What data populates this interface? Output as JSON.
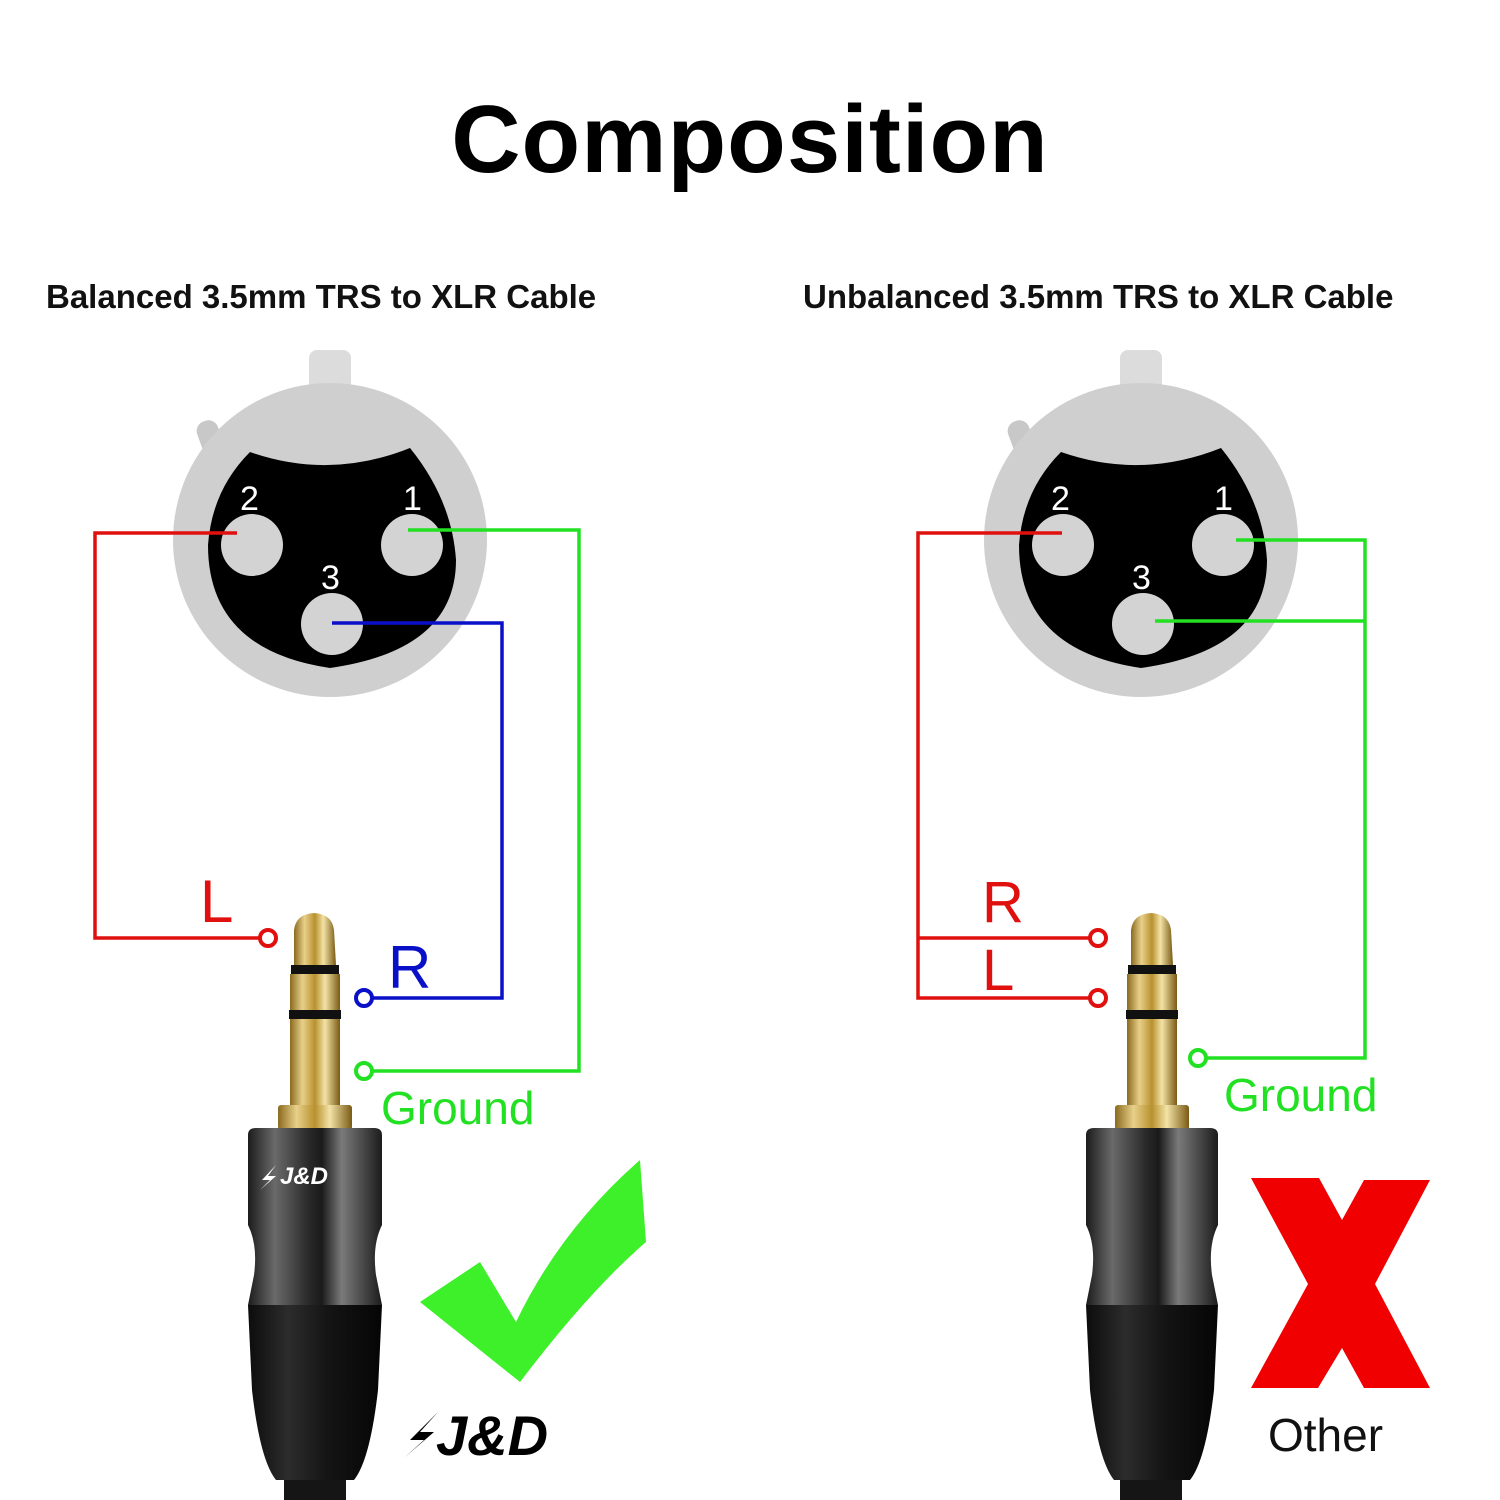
{
  "title": "Composition",
  "colors": {
    "red": "#e0100f",
    "blue": "#0a10c8",
    "green": "#22e022",
    "connector_gray": "#d0d0d0",
    "connector_face": "#000000",
    "gold": "#c9a64a",
    "housing": "#3a3a3a",
    "check_green": "#3ef02a",
    "x_red": "#f00000"
  },
  "panels": [
    {
      "subtitle": "Balanced 3.5mm TRS to XLR Cable",
      "connector": {
        "type": "XLR female",
        "pins": [
          {
            "number": "2",
            "label": "2"
          },
          {
            "number": "1",
            "label": "1"
          },
          {
            "number": "3",
            "label": "3"
          }
        ]
      },
      "wiring": [
        {
          "xlr_pin": "2",
          "trs_contact": "L",
          "color": "red"
        },
        {
          "xlr_pin": "3",
          "trs_contact": "R",
          "color": "blue"
        },
        {
          "xlr_pin": "1",
          "trs_contact": "Ground",
          "color": "green"
        }
      ],
      "labels": {
        "l": "L",
        "r": "R",
        "ground": "Ground"
      },
      "jack_brand": "J&D",
      "verdict_icon": "checkmark-icon",
      "verdict_caption": "J&D"
    },
    {
      "subtitle": "Unbalanced 3.5mm TRS to XLR Cable",
      "connector": {
        "type": "XLR female",
        "pins": [
          {
            "number": "2",
            "label": "2"
          },
          {
            "number": "1",
            "label": "1"
          },
          {
            "number": "3",
            "label": "3"
          }
        ]
      },
      "wiring": [
        {
          "xlr_pin": "2",
          "trs_contact": "R",
          "color": "red"
        },
        {
          "xlr_pin": "2",
          "trs_contact": "L",
          "color": "red"
        },
        {
          "xlr_pin": "1+3",
          "trs_contact": "Ground",
          "color": "green"
        }
      ],
      "labels": {
        "r": "R",
        "l": "L",
        "ground": "Ground"
      },
      "verdict_icon": "x-mark-icon",
      "verdict_caption": "Other"
    }
  ]
}
